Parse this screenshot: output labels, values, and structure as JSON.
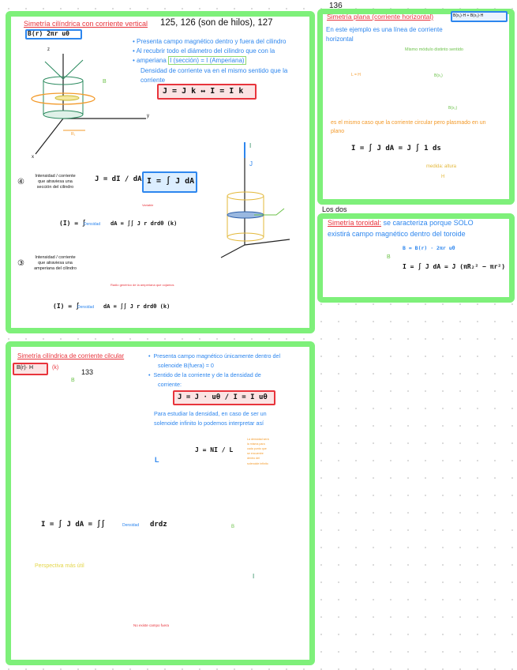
{
  "box1": {
    "title": "Simetría cilíndrica con corriente vertical",
    "refs": "125, 126 (son de hilos), 127",
    "formula_b": "B(r) 2πr  uθ",
    "bullets": [
      "Presenta campo magnético dentro y fuera del cilindro",
      "Al recubrir todo el diámetro del cilindro que con la",
      "amperiana"
    ],
    "amperiana_box": "I (sección) = I (Amperiana)",
    "bullet_cont": [
      "Densidad de corriente va en el mismo sentido que la",
      "corriente"
    ],
    "j_eq": "J = J k  ↔  I = I k",
    "item1_label": [
      "Intensidad / corriente",
      "que atraviesa una",
      "sección del cilindro"
    ],
    "j_def": "J = dI / dA  →",
    "i_def": "I = ∫ J dA",
    "int1": "(I) = ∫",
    "densidad": "Densidad",
    "int1_rest": "dA = ∫∫ J r drdθ (k)",
    "variable_note": "Variable",
    "item2_label": [
      "Intensidad / corriente",
      "que atraviesa una",
      "amperiana del cilindro"
    ],
    "radio_note": "Radio genérico de la amperiana que cojamos",
    "int2": "(I) = ∫",
    "int2_rest": "dA = ∫∫ J r drdθ (k)",
    "axis_labels": {
      "z": "z",
      "y": "y",
      "x": "x",
      "I": "I",
      "J": "J",
      "B": "B",
      "R1": "R₁"
    }
  },
  "box2": {
    "page_num": "136",
    "title": "Simetría plana (corriente horizontal)",
    "b_formula": "B(x₁)·H + B(x₂)·H",
    "intro": [
      "En este ejemplo es una línea de corriente",
      "horizontal"
    ],
    "note": "Mismo módulo distinto sentido",
    "b1": "B(x₁)",
    "b2": "B(x₂)",
    "dist": "L = H",
    "explain": [
      "es el mismo caso que la corriente circular pero plasmado en un",
      "plano"
    ],
    "eq": "I = ∫ J dA  =  J ∫ 1 ds",
    "medida": "medida: altura",
    "H": "H"
  },
  "box3": {
    "header": "Los dos",
    "title": "Simetría toroidal:",
    "desc": [
      "se caracteriza porque SOLO",
      "existirá campo magnético dentro del toroide"
    ],
    "b_eq": "B = B(r) · 2πr  uθ",
    "i_eq": "I = ∫ J dA = J (πR₂² − πr²)",
    "B": "B"
  },
  "box4": {
    "title": "Simetría cilíndrica de corriente cilcular",
    "formula": "B(r)· H",
    "k": "(k)",
    "ref": "133",
    "bullet1": [
      "Presenta campo magnético únicamente dentro del",
      "solenoide  B(fuera) = 0"
    ],
    "bullet2": [
      "Sentido de la corriente y de la densidad de",
      "corriente:"
    ],
    "j_eq": "J = J · uθ  /  I = I uθ",
    "para": [
      "Para estudiar la densidad, en caso de ser un",
      "solenoide infinito lo podemos interpretar así"
    ],
    "L": "L",
    "jn": "J = NI / L",
    "side_note": [
      "La densidad será",
      "la misma para",
      "cada punto que",
      "se encuentre",
      "dentro del",
      "solenoide infinito"
    ],
    "int": "I = ∫ J dA = ∫∫",
    "densidad": "Densidad",
    "drdz": "drdz",
    "perspectiva": "Perspectiva más útil",
    "no_campo": "No existe campo fuera",
    "I": "I",
    "B": "B"
  },
  "colors": {
    "frame": "#7ef07a",
    "title_red": "#e8343c",
    "text_blue": "#2d86ee",
    "orange": "#f39a2a",
    "solenoid": "#2a8a5e"
  }
}
